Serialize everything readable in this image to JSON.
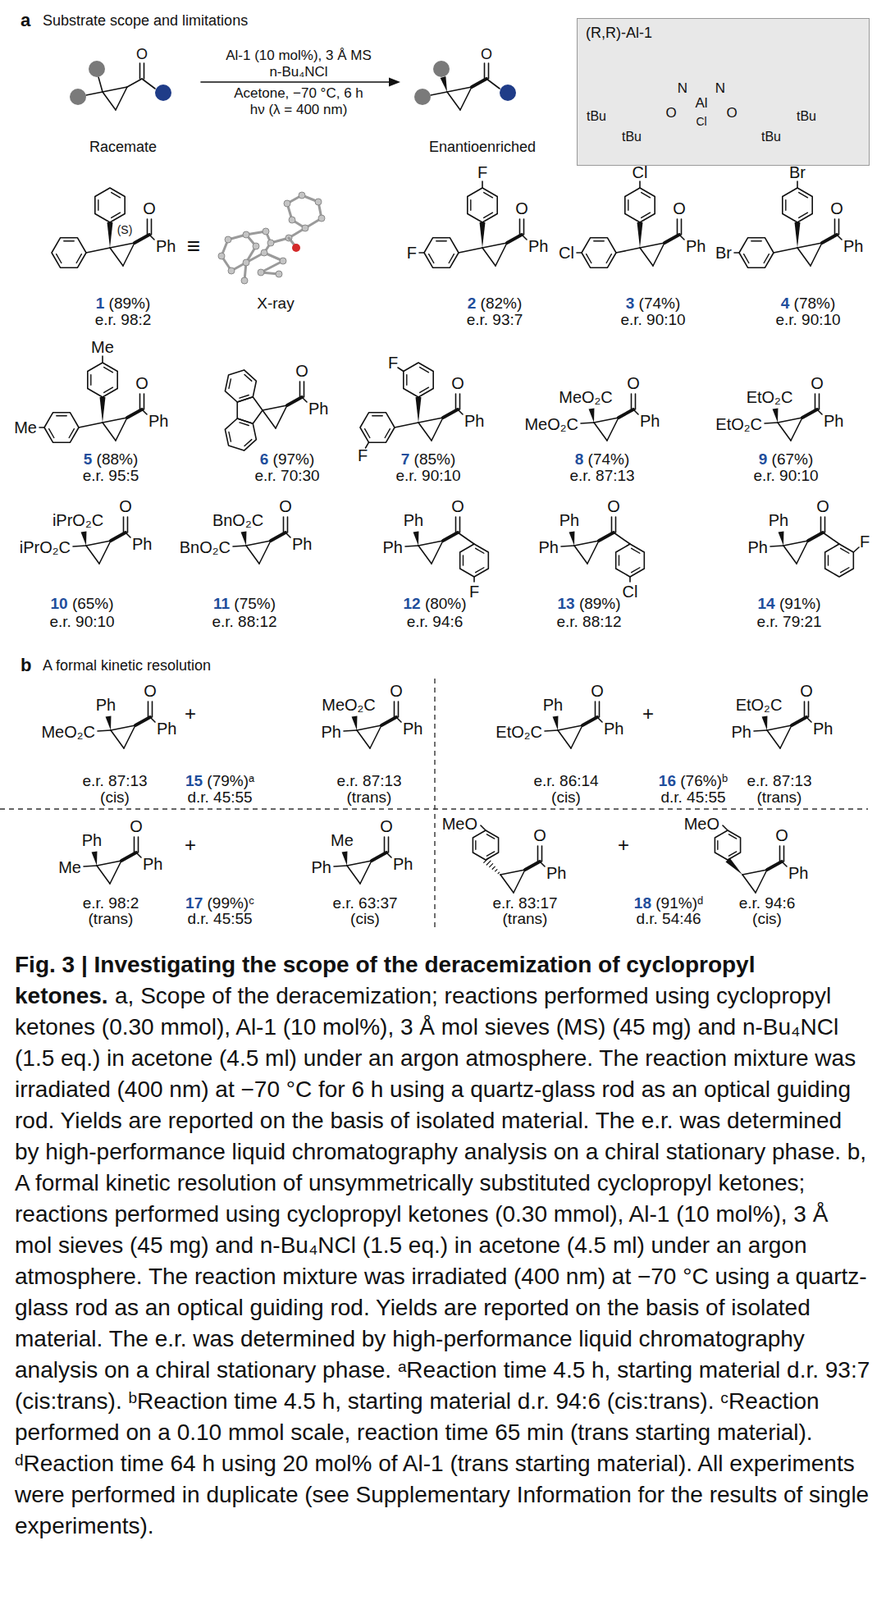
{
  "diagram": {
    "title": "Fig. 3 | Investigating the scope of the deracemization of cyclopropyl ketones.",
    "caption": "a, Scope of the deracemization; reactions performed using cyclopropyl ketones (0.30 mmol), Al-1 (10 mol%), 3 Å mol sieves (MS) (45 mg) and n-Bu₄NCl (1.5 eq.) in acetone (4.5 ml) under an argon atmosphere. The reaction mixture was irradiated (400 nm) at −70 °C for 6 h using a quartz-glass rod as an optical guiding rod. Yields are reported on the basis of isolated material. The e.r. was determined by high-performance liquid chromatography analysis on a chiral stationary phase. b, A formal kinetic resolution of unsymmetrically substituted cyclopropyl ketones; reactions performed using cyclopropyl ketones (0.30 mmol), Al-1 (10 mol%), 3 Å mol sieves (45 mg) and n-Bu₄NCl (1.5 eq.) in acetone (4.5 ml) under an argon atmosphere. The reaction mixture was irradiated (400 nm) at −70 °C using a quartz-glass rod as an optical guiding rod. Yields are reported on the basis of isolated material. The e.r. was determined by high-performance liquid chromatography analysis on a chiral stationary phase. ᵃReaction time 4.5 h, starting material d.r. 93:7 (cis:trans). ᵇReaction time 4.5 h, starting material d.r. 94:6 (cis:trans). ᶜReaction performed on a 0.10 mmol scale, reaction time 65 min (trans starting material). ᵈReaction time 64 h using 20 mol% of Al-1 (trans starting material). All experiments were performed in duplicate (see Supplementary Information for the results of single experiments).",
    "nodes": [
      {
        "text": [
          "(R,R)-Al-1"
        ]
      }
    ],
    "labels": [
      "a",
      "Substrate scope and limitations",
      "Al-1 (10 mol%), 3 Å MS",
      "n-Bu₄NCl",
      "Acetone, −70 °C, 6 h",
      "hν (λ = 400 nm)",
      "O",
      "Racemate",
      "O",
      "Enantioenriched",
      "N",
      "N",
      "Al",
      "Cl",
      "O",
      "O",
      "tBu",
      "tBu",
      "tBu",
      "tBu",
      "(S)",
      "O",
      "Ph",
      "1",
      "(89%)",
      "e.r. 98:2",
      "≡",
      "X-ray",
      "F",
      "F",
      "O",
      "Ph",
      "2",
      "(82%)",
      "e.r. 93:7",
      "Cl",
      "Cl",
      "O",
      "Ph",
      "3",
      "(74%)",
      "e.r. 90:10",
      "Br",
      "Br",
      "O",
      "Ph",
      "4",
      "(78%)",
      "e.r. 90:10",
      "Me",
      "Me",
      "O",
      "Ph",
      "5",
      "(88%)",
      "e.r. 95:5",
      "O",
      "Ph",
      "6",
      "(97%)",
      "e.r. 70:30",
      "F",
      "F",
      "O",
      "Ph",
      "7",
      "(85%)",
      "e.r. 90:10",
      "MeO₂C",
      "MeO₂C",
      "O",
      "Ph",
      "8",
      "(74%)",
      "e.r. 87:13",
      "EtO₂C",
      "EtO₂C",
      "O",
      "Ph",
      "9",
      "(67%)",
      "e.r. 90:10",
      "iPrO₂C",
      "iPrO₂C",
      "O",
      "Ph",
      "10",
      "(65%)",
      "e.r. 90:10",
      "BnO₂C",
      "BnO₂C",
      "O",
      "Ph",
      "11",
      "(75%)",
      "e.r. 88:12",
      "Ph",
      "Ph",
      "O",
      "F",
      "12",
      "(80%)",
      "e.r. 94:6",
      "Ph",
      "Ph",
      "O",
      "Cl",
      "13",
      "(89%)",
      "e.r. 88:12",
      "Ph",
      "Ph",
      "O",
      "F",
      "14",
      "(91%)",
      "e.r. 79:21",
      "b",
      "A formal kinetic resolution",
      "Ph",
      "MeO₂C",
      "O",
      "Ph",
      "+",
      "MeO₂C",
      "Ph",
      "O",
      "Ph",
      "e.r. 87:13",
      "(cis)",
      "15",
      "(79%)ᵃ",
      "d.r. 45:55",
      "e.r. 87:13",
      "(trans)",
      "Ph",
      "EtO₂C",
      "O",
      "Ph",
      "+",
      "EtO₂C",
      "Ph",
      "O",
      "Ph",
      "e.r. 86:14",
      "(cis)",
      "16",
      "(76%)ᵇ",
      "d.r. 45:55",
      "e.r. 87:13",
      "(trans)",
      "Ph",
      "Me",
      "O",
      "Ph",
      "+",
      "Me",
      "Ph",
      "O",
      "Ph",
      "e.r. 98:2",
      "(trans)",
      "17",
      "(99%)ᶜ",
      "d.r. 45:55",
      "e.r. 63:37",
      "(cis)",
      "MeO",
      "O",
      "Ph",
      "+",
      "MeO",
      "O",
      "Ph",
      "e.r. 83:17",
      "(trans)",
      "18",
      "(91%)ᵈ",
      "d.r. 54:46",
      "e.r. 94:6",
      "(cis)"
    ]
  }
}
